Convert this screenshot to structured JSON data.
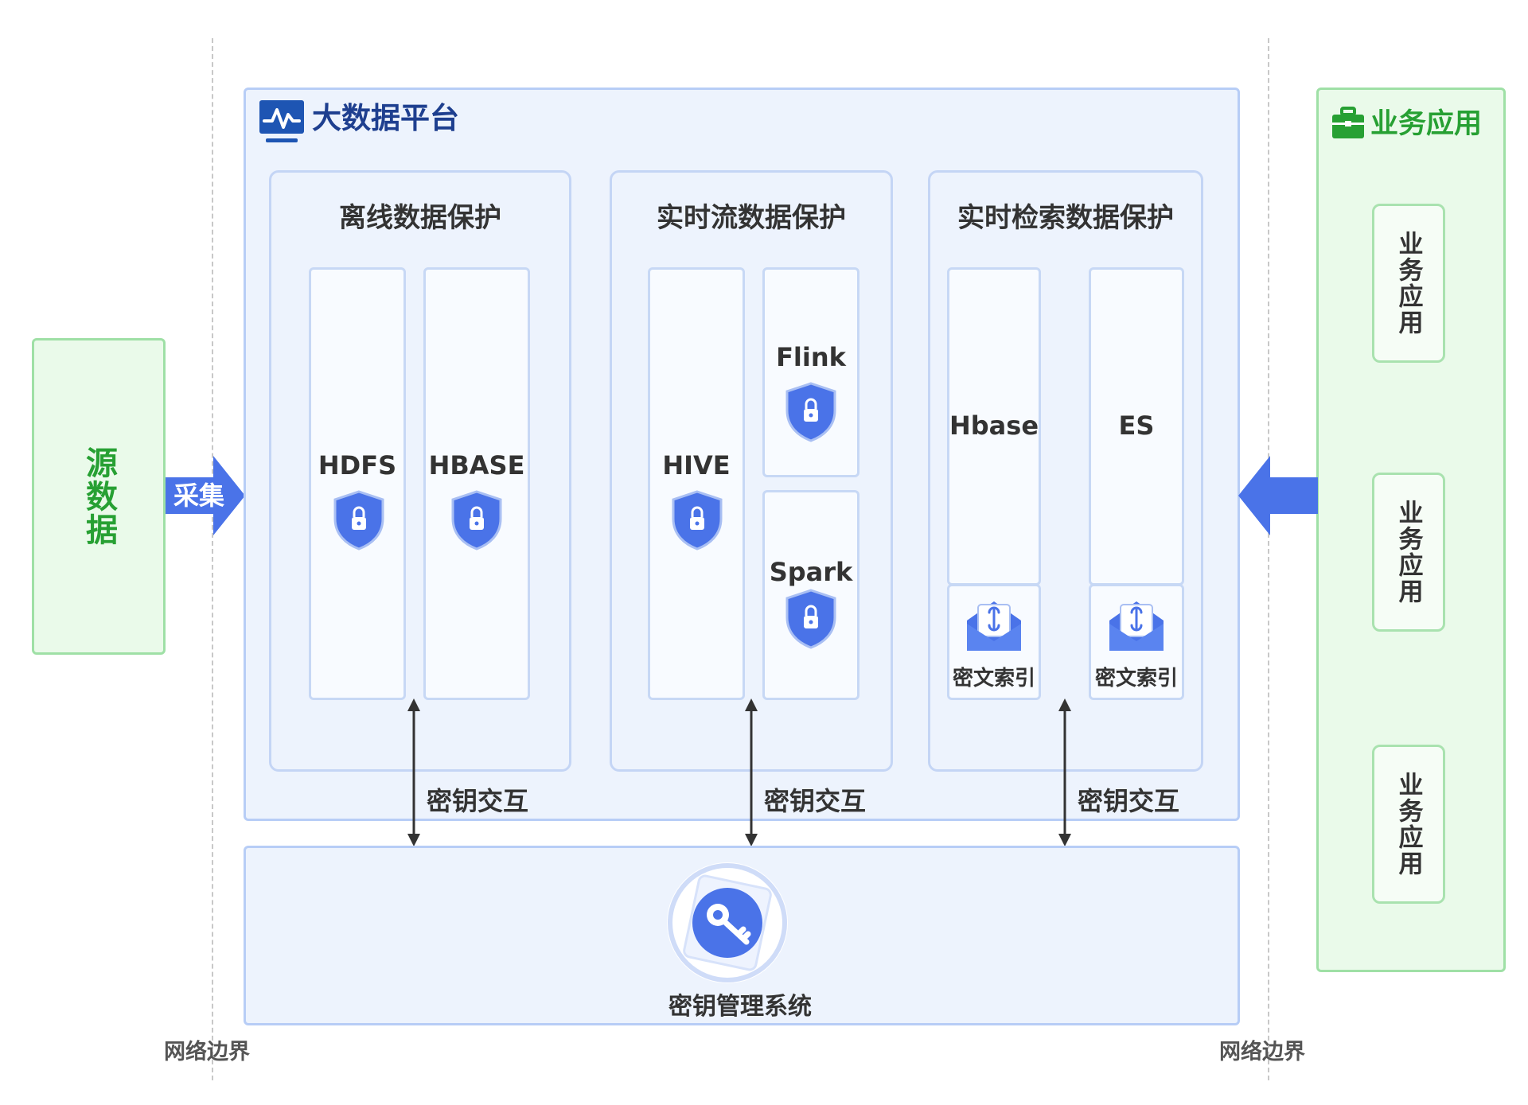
{
  "source": {
    "label": "源数据"
  },
  "collect": {
    "label": "采集"
  },
  "platform": {
    "title": "大数据平台",
    "sections": [
      {
        "title": "离线数据保护",
        "columns": [
          "HDFS",
          "HBASE"
        ]
      },
      {
        "title": "实时流数据保护",
        "columns": [
          "HIVE",
          "Flink",
          "Spark"
        ]
      },
      {
        "title": "实时检索数据保护",
        "columns": [
          "Hbase",
          "ES"
        ],
        "cipher_label": "密文索引"
      }
    ],
    "key_interaction_label": "密钥交互"
  },
  "kms": {
    "label": "密钥管理系统"
  },
  "business": {
    "title": "业务应用",
    "items": [
      "业务应用",
      "业务应用",
      "业务应用"
    ]
  },
  "boundary": {
    "label": "网络边界"
  },
  "colors": {
    "green": "#27a033",
    "blue": "#4a73e8",
    "dark_blue": "#1e3f8f"
  }
}
